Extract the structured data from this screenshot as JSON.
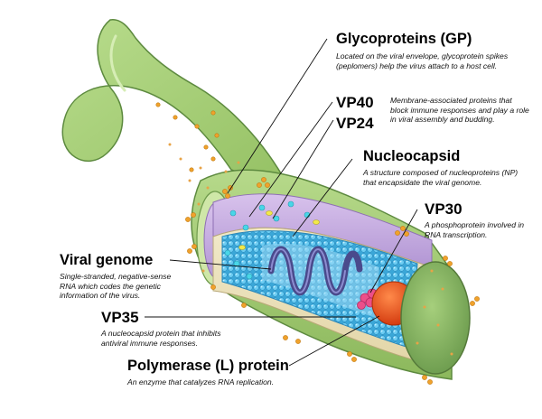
{
  "labels": {
    "glycoproteins": {
      "title": "Glycoproteins (GP)",
      "desc": "Located on the viral envelope, glycoprotein spikes (peplomers) help the virus attach to a host cell."
    },
    "vp40": {
      "title": "VP40",
      "desc": "Membrane-associated proteins that block immune responses and play a role in viral assembly and budding."
    },
    "vp24": {
      "title": "VP24"
    },
    "nucleocapsid": {
      "title": "Nucleocapsid",
      "desc": "A structure composed of nucleoproteins (NP) that encapsidate the viral genome."
    },
    "vp30": {
      "title": "VP30",
      "desc": "A phosphoprotein involved in RNA transcription."
    },
    "viral_genome": {
      "title": "Viral genome",
      "desc": "Single-stranded, negative-sense RNA which codes the genetic information of the virus."
    },
    "vp35": {
      "title": "VP35",
      "desc": "A nucleocapsid protein that inhibits antiviral immune responses."
    },
    "polymerase": {
      "title": "Polymerase (L) protein",
      "desc": "An enzyme that catalyzes RNA replication."
    }
  },
  "colors": {
    "envelope": "#a9cf7a",
    "matrix": "#c3a6de",
    "nucleocapsid": "#5cc3ec",
    "rna": "#4a4a8c",
    "vp30": "#ec4f8a",
    "polymerase": "#e84a1c",
    "spike": "#f0a22c"
  }
}
